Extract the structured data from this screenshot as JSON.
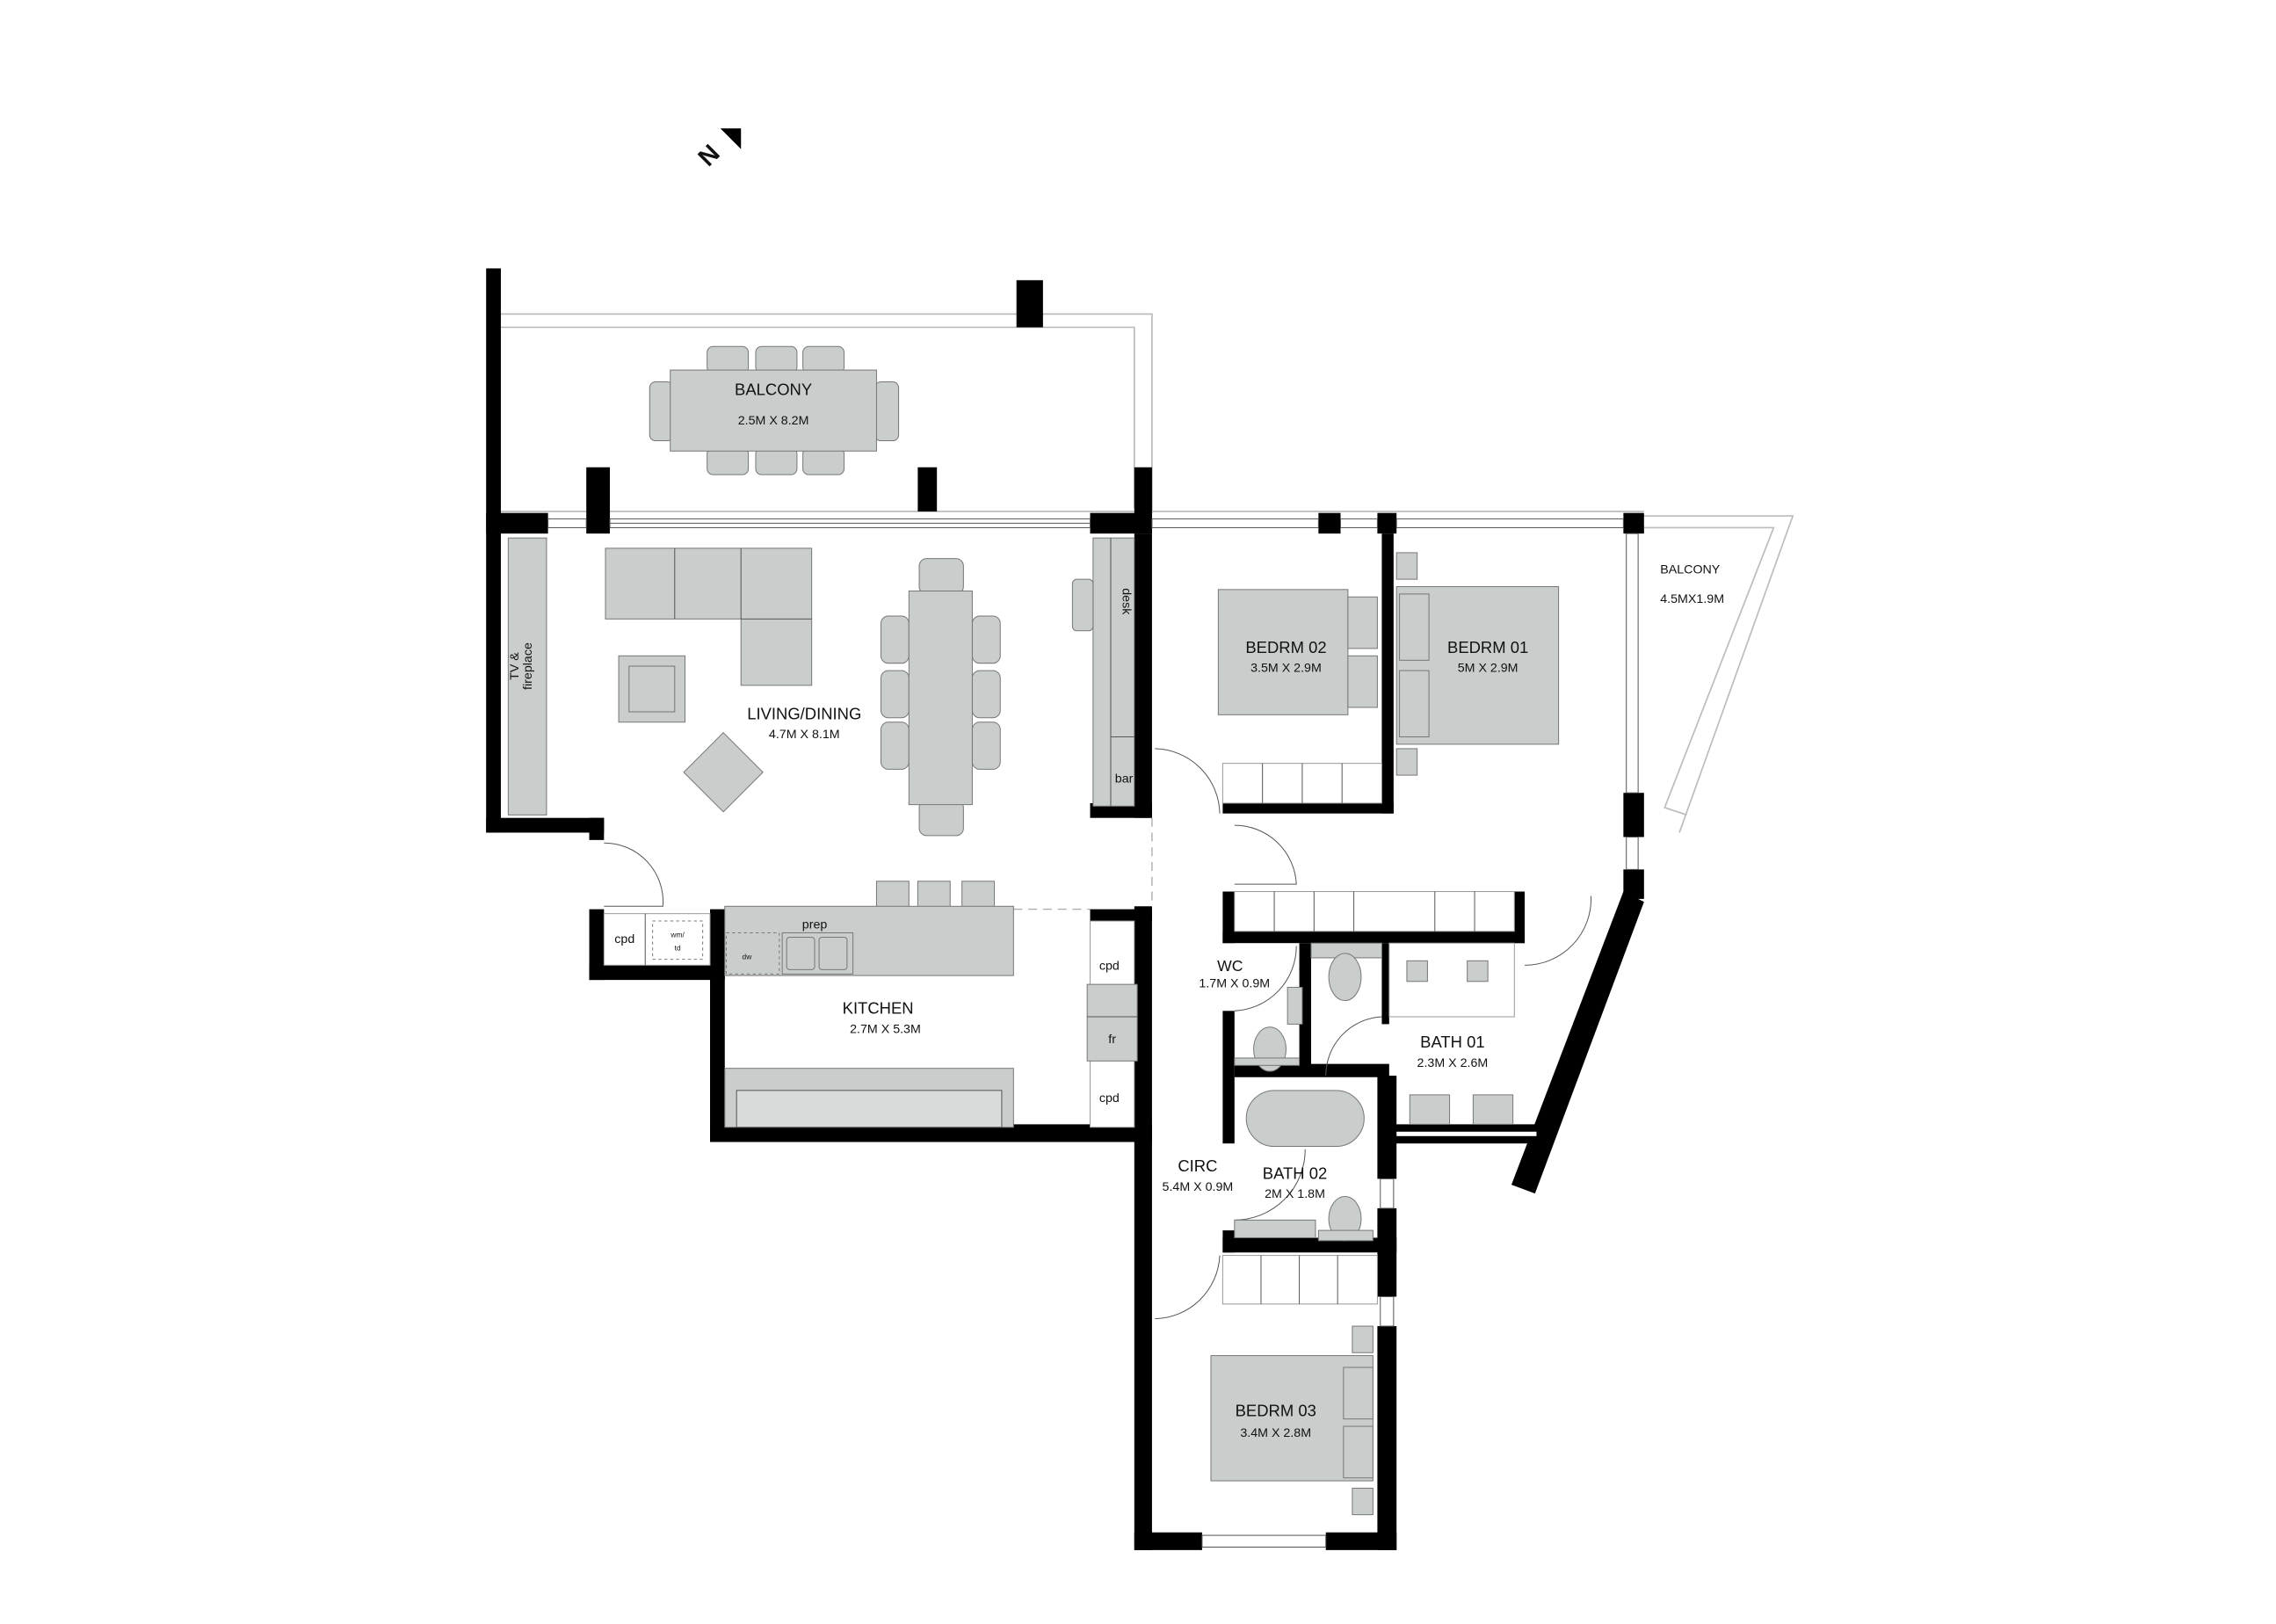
{
  "plan": {
    "north_label": "N",
    "rooms": {
      "balcony_main": {
        "name": "BALCONY",
        "size": "2.5M X 8.2M"
      },
      "living": {
        "name": "LIVING/DINING",
        "size": "4.7M X 8.1M"
      },
      "bedrm02": {
        "name": "BEDRM 02",
        "size": "3.5M X 2.9M"
      },
      "bedrm01": {
        "name": "BEDRM 01",
        "size": "5M X 2.9M"
      },
      "balcony_side": {
        "name": "BALCONY",
        "size": "4.5MX1.9M"
      },
      "kitchen": {
        "name": "KITCHEN",
        "size": "2.7M X 5.3M"
      },
      "wc": {
        "name": "WC",
        "size": "1.7M X 0.9M"
      },
      "bath01": {
        "name": "BATH 01",
        "size": "2.3M X 2.6M"
      },
      "circ": {
        "name": "CIRC",
        "size": "5.4M X 0.9M"
      },
      "bath02": {
        "name": "BATH 02",
        "size": "2M X 1.8M"
      },
      "bedrm03": {
        "name": "BEDRM 03",
        "size": "3.4M X 2.8M"
      }
    },
    "fixtures": {
      "tv_line1": "TV &",
      "tv_line2": "fireplace",
      "desk": "desk",
      "bar": "bar",
      "cpd_laundry": "cpd",
      "wm_td_1": "wm/",
      "wm_td_2": "td",
      "dw": "dw",
      "prep": "prep",
      "cpd_upper": "cpd",
      "fridge": "fr",
      "cpd_lower": "cpd"
    }
  }
}
